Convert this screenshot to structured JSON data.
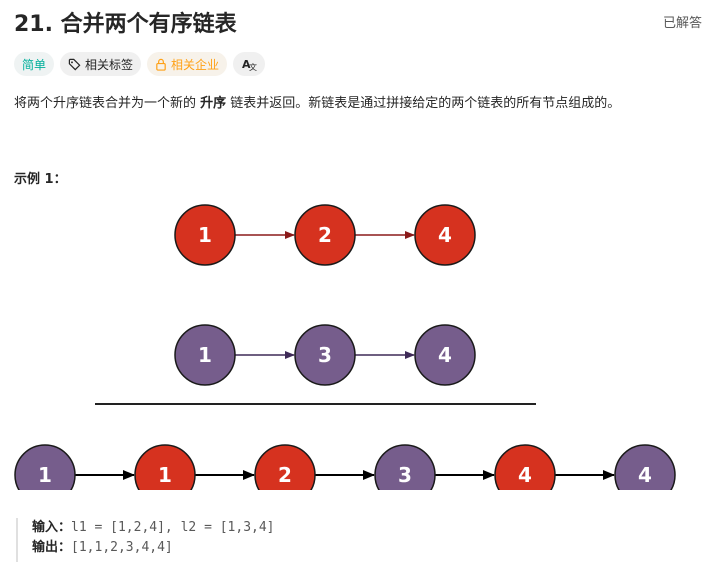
{
  "header": {
    "title": "21. 合并两个有序链表",
    "status": "已解答"
  },
  "tags": {
    "difficulty": "简单",
    "related_tags": "相关标签",
    "related_companies": "相关企业",
    "translate_icon_text": "A文"
  },
  "description": {
    "part1": "将两个升序链表合并为一个新的 ",
    "bold": "升序",
    "part2": " 链表并返回。新链表是通过拼接给定的两个链表的所有节点组成的。"
  },
  "example": {
    "title": "示例 1：",
    "list1": [
      "1",
      "2",
      "4"
    ],
    "list2": [
      "1",
      "3",
      "4"
    ],
    "merged": [
      "1",
      "1",
      "2",
      "3",
      "4",
      "4"
    ],
    "merged_colors": [
      "purple",
      "red",
      "red",
      "purple",
      "red",
      "purple"
    ],
    "input_label": "输入：",
    "input_value": "l1 = [1,2,4], l2 = [1,3,4]",
    "output_label": "输出：",
    "output_value": "[1,1,2,3,4,4]"
  },
  "colors": {
    "red_node": "#d6321f",
    "purple_node": "#765d8c",
    "red_arrow": "#8b1a1a",
    "purple_arrow": "#3e2a57",
    "easy": "#00af9b",
    "company": "#ffa116"
  }
}
